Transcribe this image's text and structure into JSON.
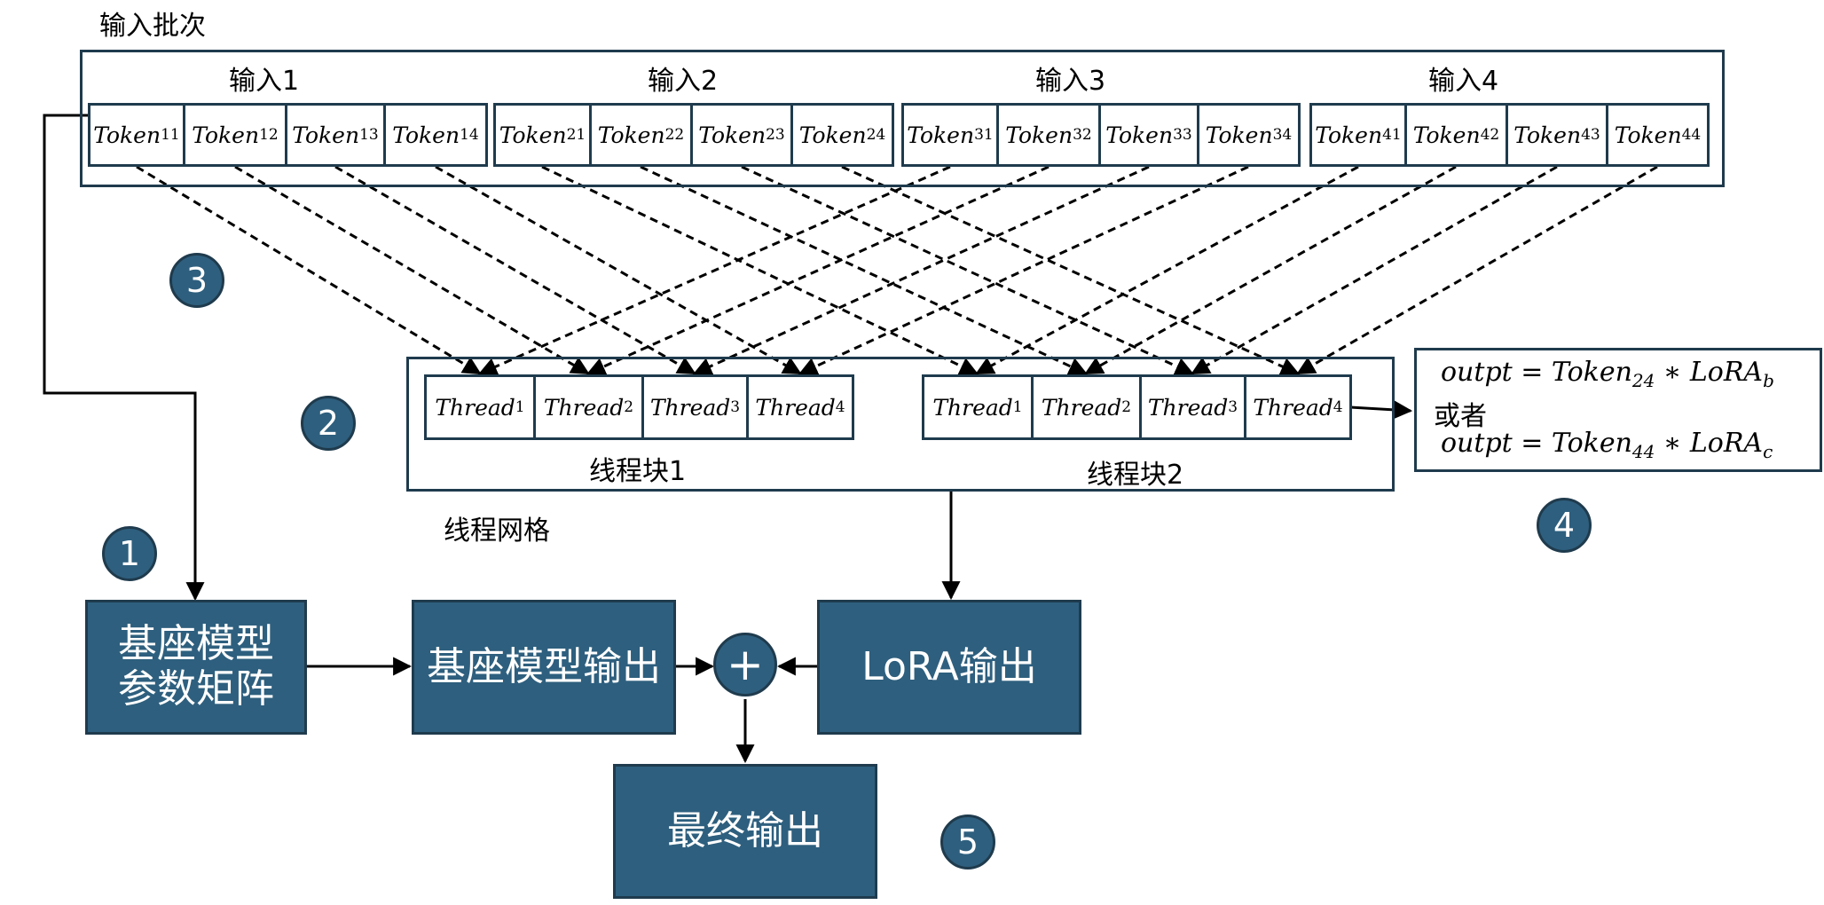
{
  "batch_label": "输入批次",
  "inputs": [
    {
      "label": "输入1",
      "tokens": [
        {
          "base": "Token",
          "sub": "11"
        },
        {
          "base": "Token",
          "sub": "12"
        },
        {
          "base": "Token",
          "sub": "13"
        },
        {
          "base": "Token",
          "sub": "14"
        }
      ]
    },
    {
      "label": "输入2",
      "tokens": [
        {
          "base": "Token",
          "sub": "21"
        },
        {
          "base": "Token",
          "sub": "22"
        },
        {
          "base": "Token",
          "sub": "23"
        },
        {
          "base": "Token",
          "sub": "24"
        }
      ]
    },
    {
      "label": "输入3",
      "tokens": [
        {
          "base": "Token",
          "sub": "31"
        },
        {
          "base": "Token",
          "sub": "32"
        },
        {
          "base": "Token",
          "sub": "33"
        },
        {
          "base": "Token",
          "sub": "34"
        }
      ]
    },
    {
      "label": "输入4",
      "tokens": [
        {
          "base": "Token",
          "sub": "41"
        },
        {
          "base": "Token",
          "sub": "42"
        },
        {
          "base": "Token",
          "sub": "43"
        },
        {
          "base": "Token",
          "sub": "44"
        }
      ]
    }
  ],
  "grid_label": "线程网格",
  "blocks": [
    {
      "label": "线程块1",
      "threads": [
        {
          "base": "Thread",
          "sub": "1"
        },
        {
          "base": "Thread",
          "sub": "2"
        },
        {
          "base": "Thread",
          "sub": "3"
        },
        {
          "base": "Thread",
          "sub": "4"
        }
      ]
    },
    {
      "label": "线程块2",
      "threads": [
        {
          "base": "Thread",
          "sub": "1"
        },
        {
          "base": "Thread",
          "sub": "2"
        },
        {
          "base": "Thread",
          "sub": "3"
        },
        {
          "base": "Thread",
          "sub": "4"
        }
      ]
    }
  ],
  "output_formula": {
    "line1": {
      "lhs": "outpt",
      "op": " = ",
      "a": "Token",
      "a_sub": "24",
      "mul": " ∗ ",
      "b": "LoRA",
      "b_sub": "b"
    },
    "or_text": "或者",
    "line2": {
      "lhs": "outpt",
      "op": " = ",
      "a": "Token",
      "a_sub": "44",
      "mul": " ∗ ",
      "b": "LoRA",
      "b_sub": "c"
    }
  },
  "boxes": {
    "base_params_line1": "基座模型",
    "base_params_line2": "参数矩阵",
    "base_output": "基座模型输出",
    "lora_output": "LoRA输出",
    "final_output": "最终输出"
  },
  "plus_symbol": "+",
  "badges": [
    "1",
    "2",
    "3",
    "4",
    "5"
  ],
  "colors": {
    "box_fill": "#2e5f7e",
    "border": "#1f3b4d",
    "text_on_box": "#ffffff"
  }
}
